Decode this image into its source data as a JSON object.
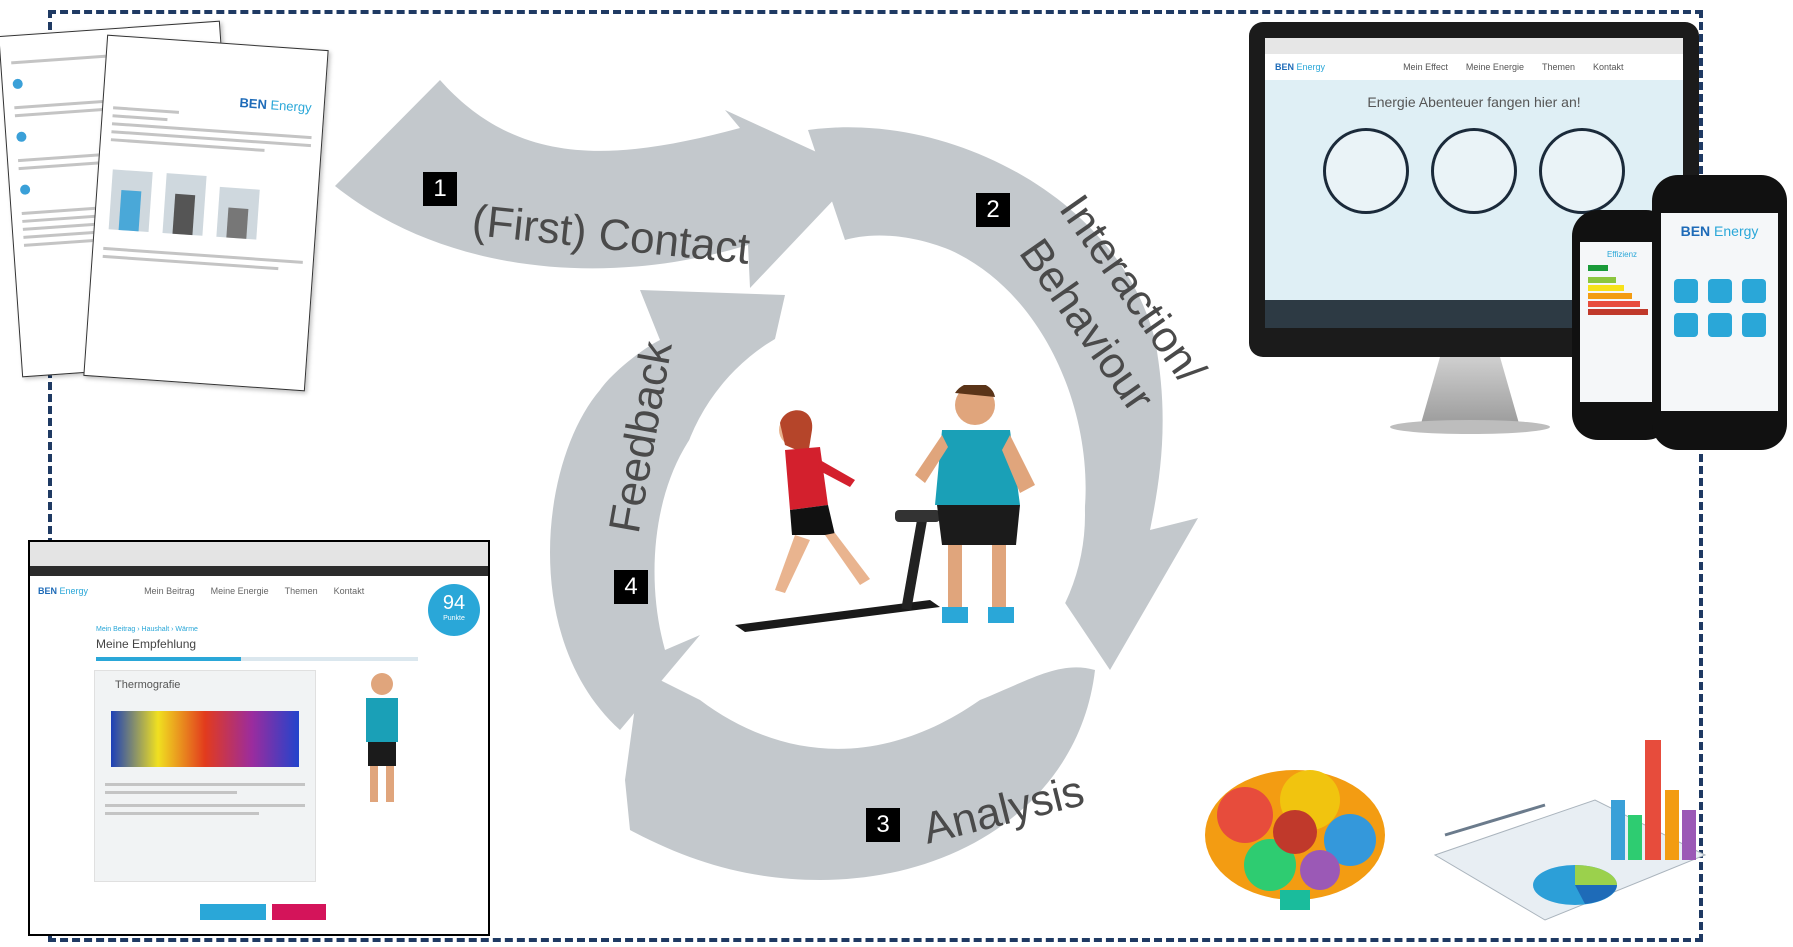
{
  "steps": [
    {
      "number": "1",
      "label": "(First) Contact"
    },
    {
      "number": "2",
      "label_line1": "Interaction/",
      "label_line2": "Behaviour"
    },
    {
      "number": "3",
      "label": "Analysis"
    },
    {
      "number": "4",
      "label": "Feedback"
    }
  ],
  "colors": {
    "arrow": "#c3c8cc",
    "frame": "#1f3a63",
    "accent": "#2aa7d8",
    "magenta": "#d4145a"
  },
  "icons": [
    "letter-document-icon",
    "monitor-icon",
    "smartphone-icon",
    "brain-gears-icon",
    "chart-icon",
    "treadmill-runner-icon",
    "coach-figure-icon",
    "web-screenshot-icon"
  ],
  "website": {
    "brand_prefix": "BEN",
    "brand_suffix": "Energy",
    "headline": "Energie Abenteuer fangen hier an!",
    "nav": [
      "Mein Effect",
      "Meine Energie",
      "Themen",
      "Kontakt"
    ]
  },
  "app": {
    "brand_prefix": "BEN",
    "brand_suffix": "Energy",
    "item_title": "Effizienz"
  },
  "screenshot": {
    "brand_prefix": "BEN",
    "brand_suffix": "Energy",
    "nav": [
      "Mein Beitrag",
      "Meine Energie",
      "Themen",
      "Kontakt"
    ],
    "breadcrumb": "Mein Beitrag › Haushalt › Wärme",
    "page_title": "Meine Empfehlung",
    "card_title": "Thermografie",
    "score": "94",
    "score_label": "Punkte"
  },
  "letter": {
    "brand_prefix": "BEN",
    "brand_suffix": "Energy"
  }
}
